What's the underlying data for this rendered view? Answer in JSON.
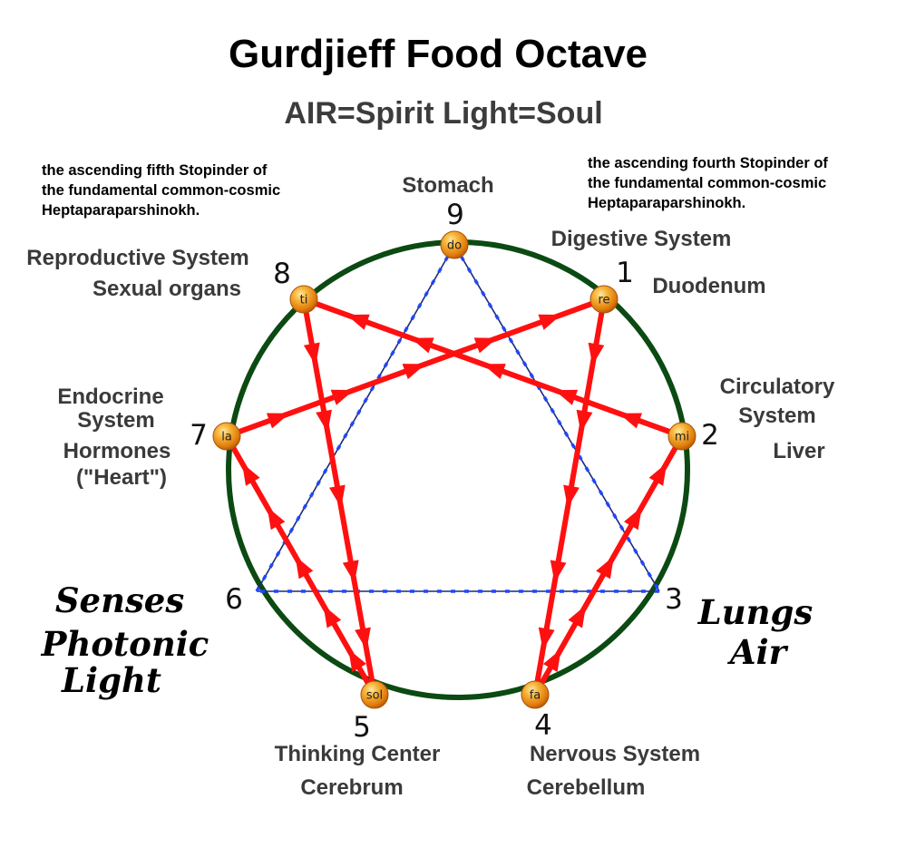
{
  "title": "Gurdjieff Food Octave",
  "subtitle": "AIR=Spirit  Light=Soul",
  "notes": {
    "left": [
      "the ascending fifth Stopinder of",
      "the fundamental common-cosmic",
      "Heptaparaparshinokh."
    ],
    "right": [
      "the ascending fourth Stopinder of",
      "the fundamental common-cosmic",
      "Heptaparaparshinokh."
    ]
  },
  "points": [
    {
      "num": "9",
      "note": "do"
    },
    {
      "num": "1",
      "note": "re"
    },
    {
      "num": "2",
      "note": "mi"
    },
    {
      "num": "3",
      "note": ""
    },
    {
      "num": "4",
      "note": "fa"
    },
    {
      "num": "5",
      "note": "sol"
    },
    {
      "num": "6",
      "note": ""
    },
    {
      "num": "7",
      "note": "la"
    },
    {
      "num": "8",
      "note": "ti"
    }
  ],
  "labels": {
    "stomach": "Stomach",
    "digestive": "Digestive System",
    "duodenum": "Duodenum",
    "circulatory": [
      "Circulatory",
      "System"
    ],
    "liver": "Liver",
    "lungs": [
      "Lungs",
      "Air"
    ],
    "nervous": [
      "Nervous System",
      "Cerebellum"
    ],
    "thinking": [
      "Thinking Center",
      "Cerebrum"
    ],
    "senses": [
      "Senses",
      "Photonic",
      "Light"
    ],
    "endocrine": [
      "Endocrine",
      "System",
      "Hormones",
      "(\"Heart\")"
    ],
    "reproductive": [
      "Reproductive System",
      "Sexual organs"
    ]
  },
  "colors": {
    "circle": "#0b4a12",
    "arrows": "#ff1010",
    "triangle": "#1a2a7a",
    "triangle_dash": "#1f47ff",
    "node": "#f39a12"
  }
}
